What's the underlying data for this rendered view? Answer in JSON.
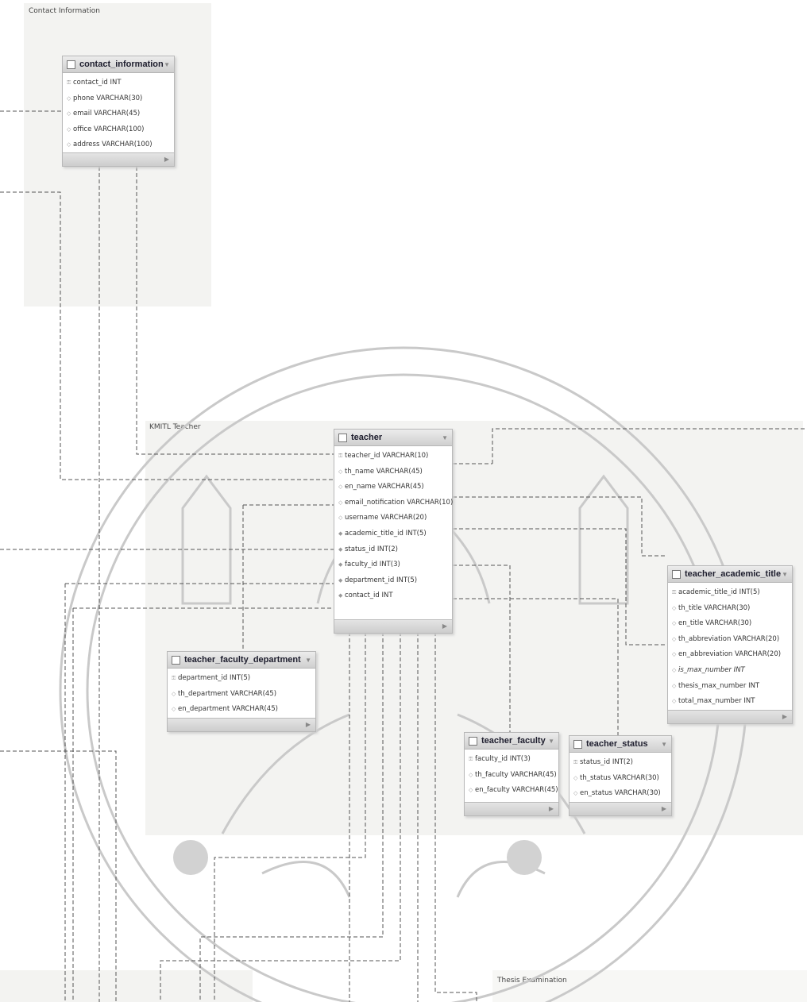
{
  "regions": {
    "contact_information": "Contact Information",
    "kmitl_teacher": "KMITL Teacher",
    "thesis_examination": "Thesis Examination"
  },
  "tables": {
    "contact_information": {
      "title": "contact_information",
      "columns": [
        "contact_id INT",
        "phone VARCHAR(30)",
        "email VARCHAR(45)",
        "office VARCHAR(100)",
        "address VARCHAR(100)"
      ]
    },
    "teacher": {
      "title": "teacher",
      "columns": [
        "teacher_id VARCHAR(10)",
        "th_name VARCHAR(45)",
        "en_name VARCHAR(45)",
        "email_notification VARCHAR(10)",
        "username VARCHAR(20)",
        "academic_title_id INT(5)",
        "status_id INT(2)",
        "faculty_id INT(3)",
        "department_id INT(5)",
        "contact_id INT"
      ]
    },
    "teacher_academic_title": {
      "title": "teacher_academic_title",
      "columns": [
        "academic_title_id INT(5)",
        "th_title VARCHAR(30)",
        "en_title VARCHAR(30)",
        "th_abbreviation VARCHAR(20)",
        "en_abbreviation VARCHAR(20)",
        "is_max_number INT",
        "thesis_max_number INT",
        "total_max_number INT"
      ]
    },
    "teacher_faculty_department": {
      "title": "teacher_faculty_department",
      "columns": [
        "department_id INT(5)",
        "th_department VARCHAR(45)",
        "en_department VARCHAR(45)"
      ]
    },
    "teacher_faculty": {
      "title": "teacher_faculty",
      "columns": [
        "faculty_id INT(3)",
        "th_faculty VARCHAR(45)",
        "en_faculty VARCHAR(45)"
      ]
    },
    "teacher_status": {
      "title": "teacher_status",
      "columns": [
        "status_id INT(2)",
        "th_status VARCHAR(30)",
        "en_status VARCHAR(30)"
      ]
    }
  },
  "icons": {
    "table": "table-icon",
    "key": "key-icon",
    "column": "column-icon",
    "collapse": "collapse-arrow-icon",
    "expand": "expand-arrow-icon"
  }
}
